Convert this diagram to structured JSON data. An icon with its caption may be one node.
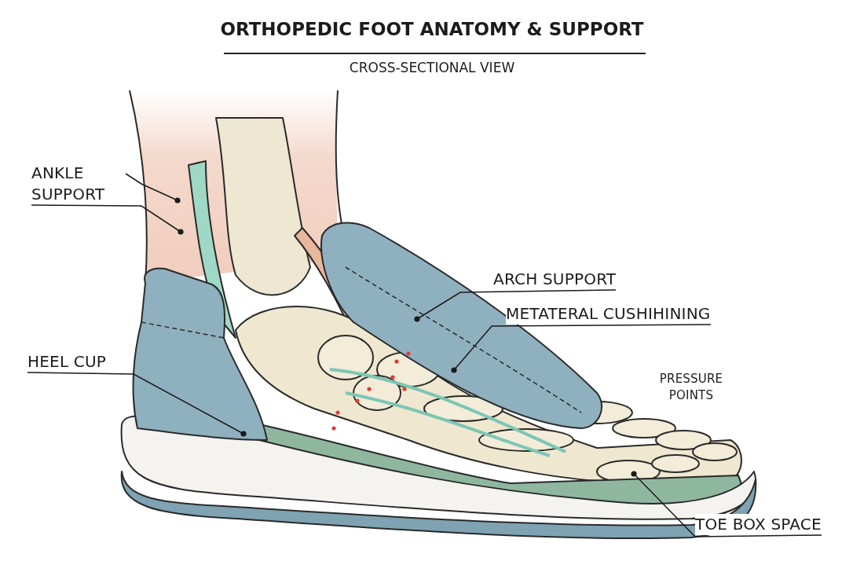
{
  "diagram": {
    "title": "ORTHOPEDIC FOOT ANATOMY & SUPPORT",
    "caption": "CROSS-SECTIONAL VIEW",
    "nodes": [
      {
        "text": [
          "ANKLE SUPPORT"
        ]
      },
      {
        "text": [
          "HEEL CUP"
        ]
      },
      {
        "text": [
          "ARCH SUPPORT"
        ]
      },
      {
        "text": [
          "METATERAL CUSHIHINING"
        ]
      },
      {
        "text": [
          "TOE BOX SPACE"
        ]
      }
    ],
    "edges": [
      {
        "from": 0,
        "to": null,
        "arrow": "other"
      },
      {
        "from": 0,
        "to": null,
        "arrow": "other"
      },
      {
        "from": 1,
        "to": null,
        "arrow": "other"
      },
      {
        "from": 2,
        "to": null,
        "arrow": "other"
      },
      {
        "from": 3,
        "to": null,
        "arrow": "other"
      },
      {
        "from": 4,
        "to": null,
        "arrow": "other"
      }
    ],
    "labels": [
      "PRESSURE POINTS"
    ]
  }
}
